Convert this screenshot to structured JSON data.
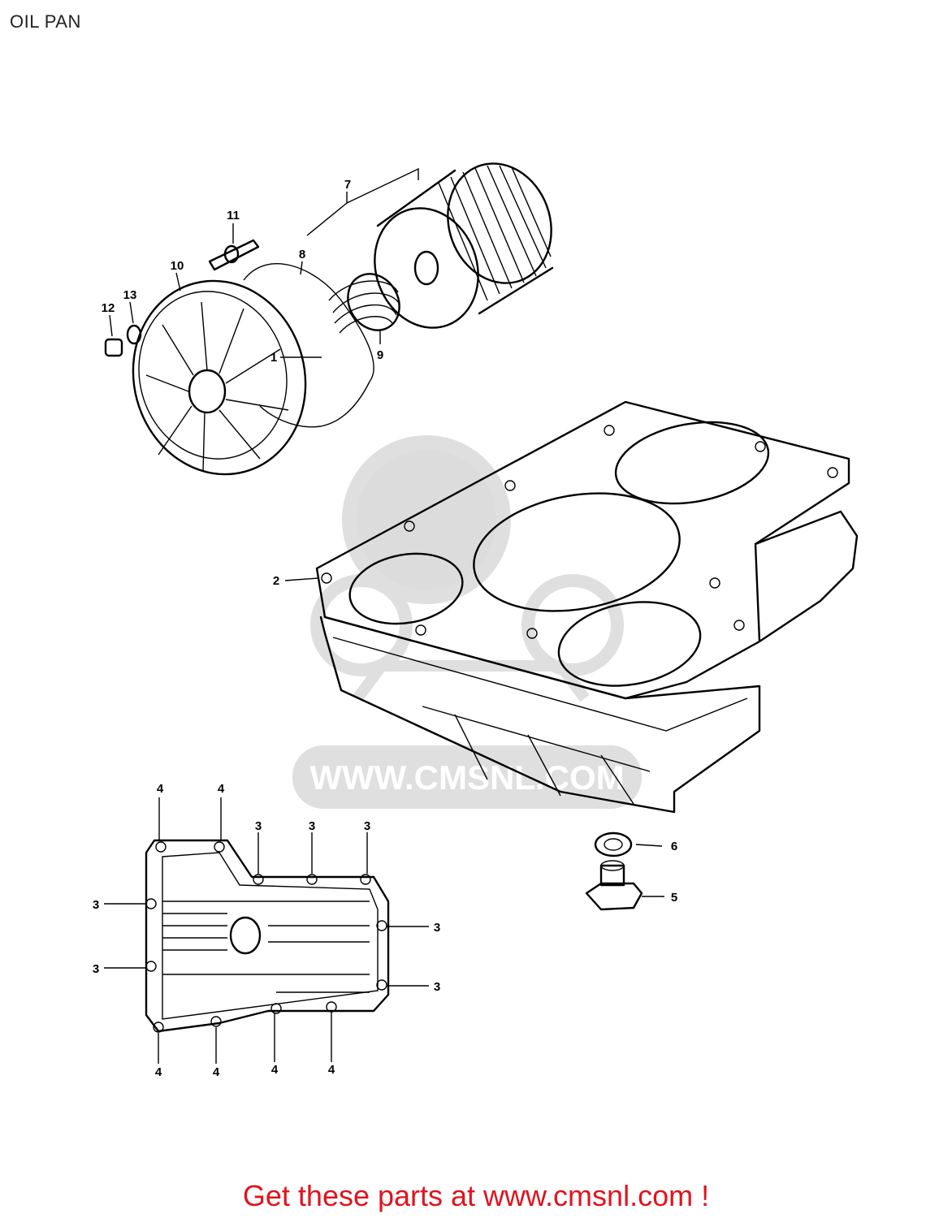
{
  "page": {
    "title": "OIL PAN"
  },
  "watermark": {
    "text": "WWW.CMSNL.COM"
  },
  "callouts": {
    "c1": "1",
    "c2": "2",
    "c5": "5",
    "c6": "6",
    "c7": "7",
    "c8": "8",
    "c9": "9",
    "c10": "10",
    "c11": "11",
    "c12": "12",
    "c13": "13",
    "bolt3": "3",
    "bolt4": "4"
  },
  "footer": {
    "text": "Get these parts at www.cmsnl.com !",
    "color": "#e0141e"
  }
}
